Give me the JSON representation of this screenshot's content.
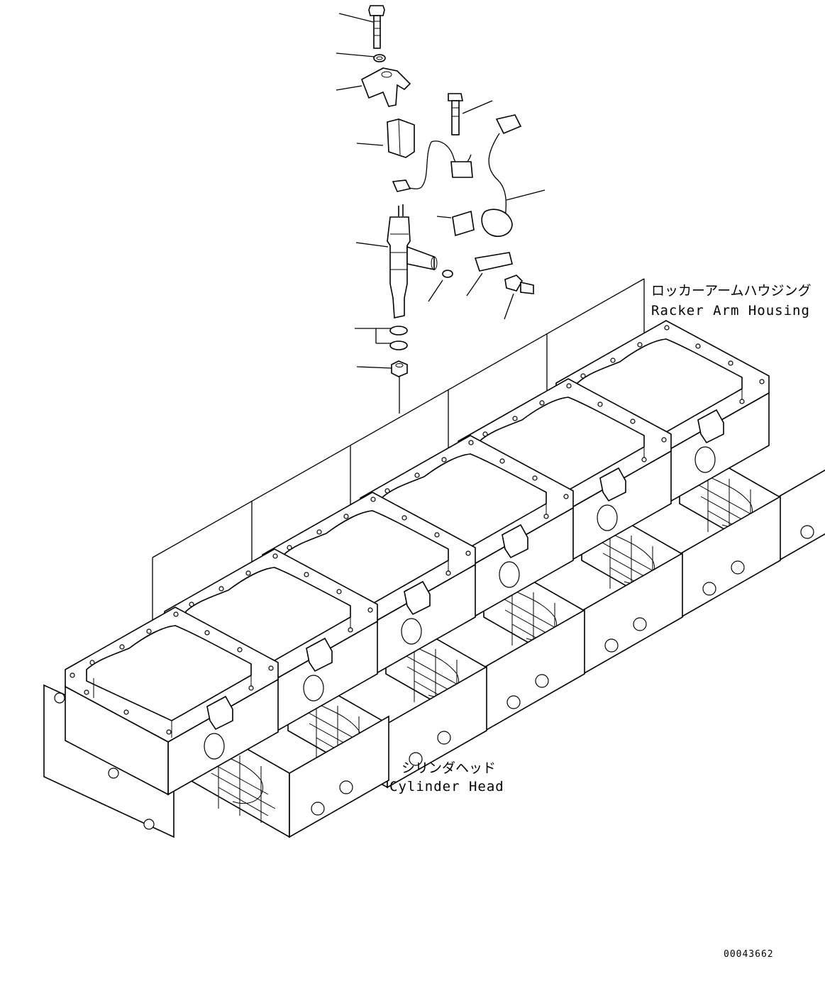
{
  "labels": {
    "rocker_arm_housing_jp": "ロッカーアームハウジング",
    "rocker_arm_housing_en": "Racker Arm Housing",
    "cylinder_head_jp": "シリンダヘッド",
    "cylinder_head_en": "Cylinder Head"
  },
  "drawing_number": "00043662",
  "housing_count": 6
}
